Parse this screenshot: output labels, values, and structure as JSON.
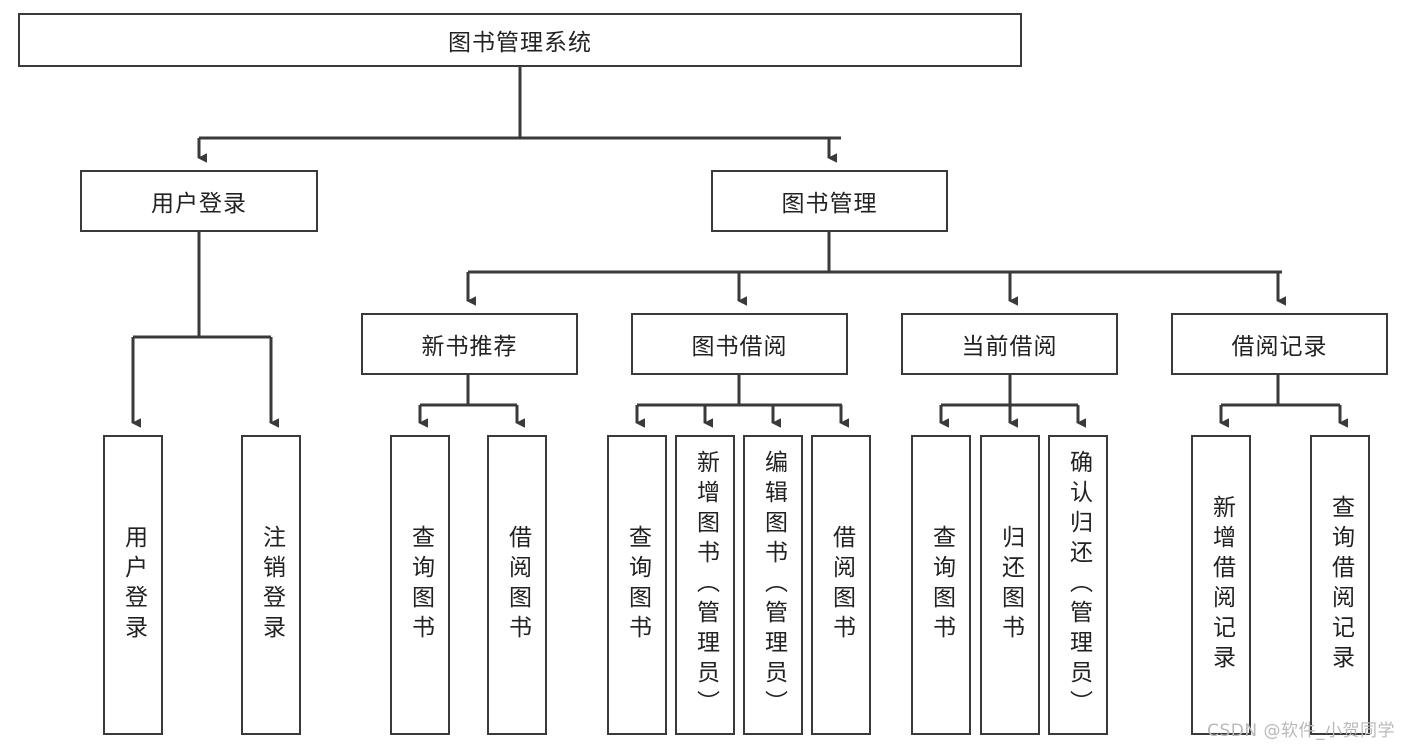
{
  "diagram": {
    "title": "图书管理系统",
    "type": "tree",
    "watermark": "CSDN @软件_小贺同学",
    "colors": {
      "stroke": "#3a3a3a",
      "fill": "#ffffff",
      "text": "#222222",
      "watermark": "#b9b9b9"
    },
    "root": {
      "label": "图书管理系统",
      "orientation": "horizontal"
    },
    "level2": [
      {
        "label": "用户登录",
        "orientation": "horizontal"
      },
      {
        "label": "图书管理",
        "orientation": "horizontal"
      }
    ],
    "level3": [
      {
        "label": "新书推荐",
        "orientation": "horizontal"
      },
      {
        "label": "图书借阅",
        "orientation": "horizontal"
      },
      {
        "label": "当前借阅",
        "orientation": "horizontal"
      },
      {
        "label": "借阅记录",
        "orientation": "horizontal"
      }
    ],
    "leaves": [
      {
        "label": "用户登录",
        "orientation": "vertical",
        "parent": "用户登录"
      },
      {
        "label": "注销登录",
        "orientation": "vertical",
        "parent": "用户登录"
      },
      {
        "label": "查询图书",
        "orientation": "vertical",
        "parent": "新书推荐"
      },
      {
        "label": "借阅图书",
        "orientation": "vertical",
        "parent": "新书推荐"
      },
      {
        "label": "查询图书",
        "orientation": "vertical",
        "parent": "图书借阅"
      },
      {
        "label": "新增图书（管理员）",
        "orientation": "vertical",
        "parent": "图书借阅"
      },
      {
        "label": "编辑图书（管理员）",
        "orientation": "vertical",
        "parent": "图书借阅"
      },
      {
        "label": "借阅图书",
        "orientation": "vertical",
        "parent": "图书借阅"
      },
      {
        "label": "查询图书",
        "orientation": "vertical",
        "parent": "当前借阅"
      },
      {
        "label": "归还图书",
        "orientation": "vertical",
        "parent": "当前借阅"
      },
      {
        "label": "确认归还（管理员）",
        "orientation": "vertical",
        "parent": "当前借阅"
      },
      {
        "label": "新增借阅记录",
        "orientation": "vertical",
        "parent": "借阅记录"
      },
      {
        "label": "查询借阅记录",
        "orientation": "vertical",
        "parent": "借阅记录"
      }
    ]
  }
}
